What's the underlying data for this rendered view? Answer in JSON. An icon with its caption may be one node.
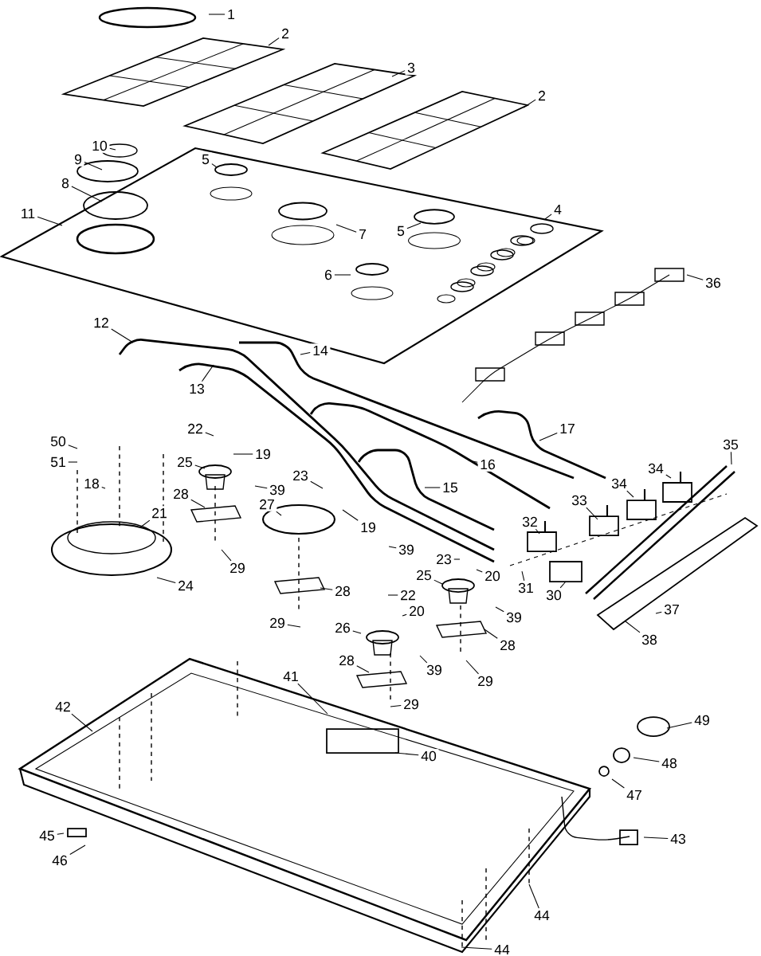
{
  "diagram": {
    "nodes": [
      {
        "text": [
          "1"
        ]
      },
      {
        "text": [
          "2"
        ]
      },
      {
        "text": [
          "3"
        ]
      },
      {
        "text": [
          "10"
        ]
      },
      {
        "text": [
          "2"
        ]
      },
      {
        "text": [
          "9"
        ]
      },
      {
        "text": [
          "5"
        ]
      },
      {
        "text": [
          "8"
        ]
      },
      {
        "text": [
          "11"
        ]
      },
      {
        "text": [
          "4"
        ]
      },
      {
        "text": [
          "7"
        ]
      },
      {
        "text": [
          "5"
        ]
      },
      {
        "text": [
          "6"
        ]
      },
      {
        "text": [
          "36"
        ]
      },
      {
        "text": [
          "12"
        ]
      },
      {
        "text": [
          "14"
        ]
      },
      {
        "text": [
          "13"
        ]
      },
      {
        "text": [
          "17"
        ]
      },
      {
        "text": [
          "22"
        ]
      },
      {
        "text": [
          "50"
        ]
      },
      {
        "text": [
          "19"
        ]
      },
      {
        "text": [
          "51"
        ]
      },
      {
        "text": [
          "25"
        ]
      },
      {
        "text": [
          "16"
        ]
      },
      {
        "text": [
          "35"
        ]
      },
      {
        "text": [
          "39"
        ]
      },
      {
        "text": [
          "15"
        ]
      },
      {
        "text": [
          "18"
        ]
      },
      {
        "text": [
          "34"
        ]
      },
      {
        "text": [
          "23"
        ]
      },
      {
        "text": [
          "28"
        ]
      },
      {
        "text": [
          "27"
        ]
      },
      {
        "text": [
          "21"
        ]
      },
      {
        "text": [
          "34"
        ]
      },
      {
        "text": [
          "33"
        ]
      },
      {
        "text": [
          "19"
        ]
      },
      {
        "text": [
          "32"
        ]
      },
      {
        "text": [
          "39"
        ]
      },
      {
        "text": [
          "23"
        ]
      },
      {
        "text": [
          "29"
        ]
      },
      {
        "text": [
          "25"
        ]
      },
      {
        "text": [
          "20"
        ]
      },
      {
        "text": [
          "24"
        ]
      },
      {
        "text": [
          "31"
        ]
      },
      {
        "text": [
          "30"
        ]
      },
      {
        "text": [
          "28"
        ]
      },
      {
        "text": [
          "22"
        ]
      },
      {
        "text": [
          "20"
        ]
      },
      {
        "text": [
          "37"
        ]
      },
      {
        "text": [
          "39"
        ]
      },
      {
        "text": [
          "29"
        ]
      },
      {
        "text": [
          "26"
        ]
      },
      {
        "text": [
          "38"
        ]
      },
      {
        "text": [
          "28"
        ]
      },
      {
        "text": [
          "28"
        ]
      },
      {
        "text": [
          "39"
        ]
      },
      {
        "text": [
          "29"
        ]
      },
      {
        "text": [
          "41"
        ]
      },
      {
        "text": [
          "29"
        ]
      },
      {
        "text": [
          "42"
        ]
      },
      {
        "text": [
          "49"
        ]
      },
      {
        "text": [
          "40"
        ]
      },
      {
        "text": [
          "48"
        ]
      },
      {
        "text": [
          "47"
        ]
      },
      {
        "text": [
          "43"
        ]
      },
      {
        "text": [
          "45"
        ]
      },
      {
        "text": [
          "46"
        ]
      },
      {
        "text": [
          "44"
        ]
      },
      {
        "text": [
          "44"
        ]
      }
    ],
    "edges": [
      {
        "from": 0,
        "to": null,
        "arrow": "none"
      },
      {
        "from": 1,
        "to": null,
        "arrow": "none"
      },
      {
        "from": 2,
        "to": null,
        "arrow": "none"
      },
      {
        "from": 3,
        "to": null,
        "arrow": "none"
      },
      {
        "from": 4,
        "to": null,
        "arrow": "none"
      },
      {
        "from": 5,
        "to": null,
        "arrow": "none"
      },
      {
        "from": 6,
        "to": null,
        "arrow": "none"
      },
      {
        "from": 7,
        "to": null,
        "arrow": "none"
      },
      {
        "from": 8,
        "to": null,
        "arrow": "none"
      },
      {
        "from": 9,
        "to": null,
        "arrow": "none"
      },
      {
        "from": 10,
        "to": null,
        "arrow": "none"
      },
      {
        "from": 11,
        "to": null,
        "arrow": "none"
      },
      {
        "from": 12,
        "to": null,
        "arrow": "none"
      },
      {
        "from": 13,
        "to": null,
        "arrow": "none"
      },
      {
        "from": 14,
        "to": null,
        "arrow": "none"
      },
      {
        "from": 15,
        "to": null,
        "arrow": "none"
      },
      {
        "from": 16,
        "to": null,
        "arrow": "none"
      },
      {
        "from": 17,
        "to": null,
        "arrow": "none"
      },
      {
        "from": 18,
        "to": null,
        "arrow": "none"
      },
      {
        "from": 19,
        "to": null,
        "arrow": "none"
      },
      {
        "from": 20,
        "to": null,
        "arrow": "none"
      },
      {
        "from": 21,
        "to": null,
        "arrow": "none"
      },
      {
        "from": 22,
        "to": null,
        "arrow": "none"
      },
      {
        "from": 23,
        "to": null,
        "arrow": "none"
      },
      {
        "from": 24,
        "to": null,
        "arrow": "none"
      },
      {
        "from": 25,
        "to": null,
        "arrow": "none"
      },
      {
        "from": 26,
        "to": null,
        "arrow": "none"
      },
      {
        "from": 27,
        "to": null,
        "arrow": "none"
      },
      {
        "from": 28,
        "to": null,
        "arrow": "none"
      },
      {
        "from": 29,
        "to": null,
        "arrow": "none"
      },
      {
        "from": 30,
        "to": null,
        "arrow": "none"
      },
      {
        "from": 31,
        "to": null,
        "arrow": "none"
      },
      {
        "from": 32,
        "to": null,
        "arrow": "none"
      },
      {
        "from": 33,
        "to": null,
        "arrow": "none"
      },
      {
        "from": 34,
        "to": null,
        "arrow": "none"
      },
      {
        "from": 35,
        "to": null,
        "arrow": "none"
      },
      {
        "from": 36,
        "to": null,
        "arrow": "none"
      },
      {
        "from": 37,
        "to": null,
        "arrow": "none"
      },
      {
        "from": 38,
        "to": null,
        "arrow": "none"
      },
      {
        "from": 39,
        "to": null,
        "arrow": "none"
      },
      {
        "from": 40,
        "to": null,
        "arrow": "none"
      },
      {
        "from": 41,
        "to": null,
        "arrow": "none"
      },
      {
        "from": 42,
        "to": null,
        "arrow": "none"
      },
      {
        "from": 43,
        "to": null,
        "arrow": "none"
      },
      {
        "from": 44,
        "to": null,
        "arrow": "none"
      },
      {
        "from": 45,
        "to": null,
        "arrow": "none"
      },
      {
        "from": 46,
        "to": null,
        "arrow": "none"
      },
      {
        "from": 47,
        "to": null,
        "arrow": "none"
      },
      {
        "from": 48,
        "to": null,
        "arrow": "none"
      },
      {
        "from": 49,
        "to": null,
        "arrow": "none"
      },
      {
        "from": 50,
        "to": null,
        "arrow": "none"
      },
      {
        "from": 51,
        "to": null,
        "arrow": "none"
      },
      {
        "from": 52,
        "to": null,
        "arrow": "none"
      },
      {
        "from": 53,
        "to": null,
        "arrow": "none"
      },
      {
        "from": 54,
        "to": null,
        "arrow": "none"
      },
      {
        "from": 55,
        "to": null,
        "arrow": "none"
      },
      {
        "from": 56,
        "to": null,
        "arrow": "none"
      },
      {
        "from": 57,
        "to": null,
        "arrow": "none"
      },
      {
        "from": 58,
        "to": null,
        "arrow": "none"
      },
      {
        "from": 59,
        "to": null,
        "arrow": "none"
      },
      {
        "from": 60,
        "to": null,
        "arrow": "none"
      },
      {
        "from": 61,
        "to": null,
        "arrow": "none"
      },
      {
        "from": 62,
        "to": null,
        "arrow": "none"
      },
      {
        "from": 63,
        "to": null,
        "arrow": "none"
      },
      {
        "from": 64,
        "to": null,
        "arrow": "none"
      },
      {
        "from": 65,
        "to": null,
        "arrow": "none"
      },
      {
        "from": 66,
        "to": null,
        "arrow": "none"
      },
      {
        "from": 67,
        "to": null,
        "arrow": "none"
      },
      {
        "from": 68,
        "to": null,
        "arrow": "none"
      }
    ]
  }
}
